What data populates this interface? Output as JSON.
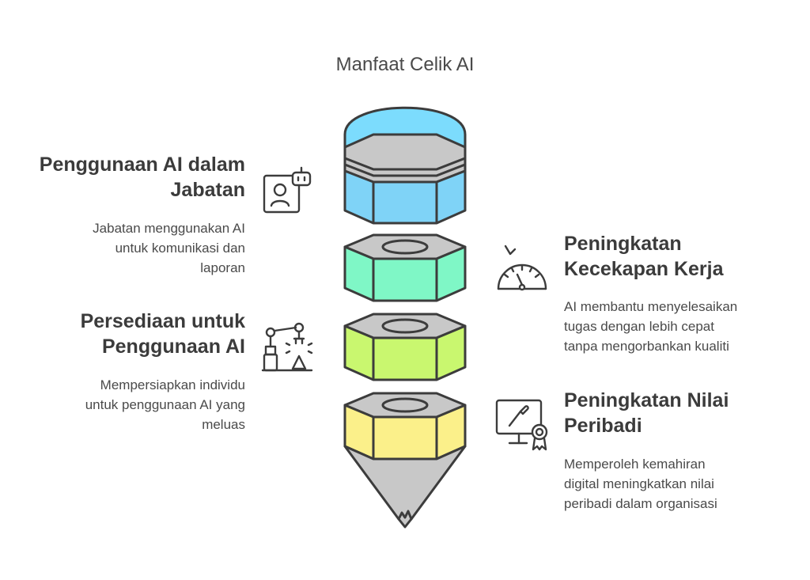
{
  "title": "Manfaat Celik AI",
  "colors": {
    "cap": "#7cdcfd",
    "tier1": "#7fd3f7",
    "tier2": "#7ff7c6",
    "tier3": "#c9f76f",
    "tier4": "#fbf08a",
    "ring": "#c8c8c8",
    "outline": "#3c3c3c"
  },
  "sections": [
    {
      "heading_line1": "Penggunaan AI dalam",
      "heading_line2": "Jabatan",
      "desc_line1": "Jabatan menggunakan AI",
      "desc_line2": "untuk komunikasi dan",
      "desc_line3": "laporan",
      "icon": "person-robot-icon"
    },
    {
      "heading_line1": "Peningkatan",
      "heading_line2": "Kecekapan Kerja",
      "desc_line1": "AI membantu menyelesaikan",
      "desc_line2": "tugas dengan lebih cepat",
      "desc_line3": "tanpa mengorbankan kualiti",
      "icon": "speedometer-icon"
    },
    {
      "heading_line1": "Persediaan untuk",
      "heading_line2": "Penggunaan AI",
      "desc_line1": "Mempersiapkan individu",
      "desc_line2": "untuk penggunaan AI yang",
      "desc_line3": "meluas",
      "icon": "robot-arm-icon"
    },
    {
      "heading_line1": "Peningkatan Nilai",
      "heading_line2": "Peribadi",
      "desc_line1": "Memperoleh kemahiran",
      "desc_line2": "digital meningkatkan nilai",
      "desc_line3": "peribadi dalam organisasi",
      "icon": "certificate-screen-icon"
    }
  ]
}
